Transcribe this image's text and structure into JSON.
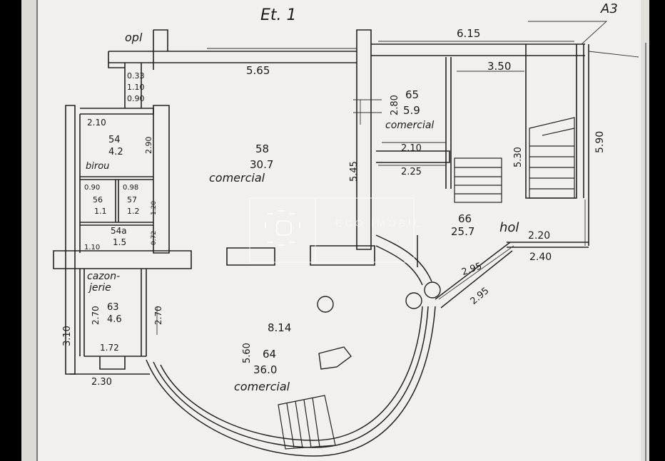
{
  "plan": {
    "title": "Et. 1",
    "corner_mark": "A3",
    "watermark": "ECO IMOBIL",
    "rooms": [
      {
        "id": "58",
        "area": "30.7",
        "name": "comercial"
      },
      {
        "id": "65",
        "area": "5.9",
        "name": "comercial"
      },
      {
        "id": "54",
        "area": "4.2",
        "name": "birou"
      },
      {
        "id": "56",
        "area": "1.1",
        "name": ""
      },
      {
        "id": "57",
        "area": "1.2",
        "name": ""
      },
      {
        "id": "54a",
        "area": "1.5",
        "name": ""
      },
      {
        "id": "63",
        "area": "4.6",
        "name": "cazon-jerie"
      },
      {
        "id": "64",
        "area": "36.0",
        "name": "comercial"
      },
      {
        "id": "66",
        "area": "25.7",
        "name": "hol"
      }
    ],
    "dimensions": [
      "6.15",
      "5.65",
      "3.50",
      "0.33",
      "1.10",
      "0.90",
      "2.10",
      "2.90",
      "2.80",
      "2.10",
      "2.25",
      "5.45",
      "5.30",
      "5.90",
      "0.90",
      "0.98",
      "1.20",
      "0.72",
      "1.10",
      "2.20",
      "2.40",
      "2.95",
      "2.95",
      "2.70",
      "2.70",
      "3.10",
      "1.72",
      "2.30",
      "5.60",
      "8.14"
    ],
    "labels": {
      "opl": "opl",
      "r58_num": "58",
      "r58_area": "30.7",
      "r58_name": "comercial",
      "r65_num": "65",
      "r65_area": "5.9",
      "r65_name": "comercial",
      "r54_num": "54",
      "r54_area": "4.2",
      "r54_name": "birou",
      "r56_num": "56",
      "r56_area": "1.1",
      "r57_num": "57",
      "r57_area": "1.2",
      "r54a_num": "54a",
      "r54a_area": "1.5",
      "r63_name1": "cazon-",
      "r63_name2": "jerie",
      "r63_num": "63",
      "r63_area": "4.6",
      "r64_num": "64",
      "r64_area": "36.0",
      "r64_name": "comercial",
      "r66_num": "66",
      "r66_area": "25.7",
      "r66_name": "hol",
      "d615": "6.15",
      "d565": "5.65",
      "d350": "3.50",
      "d033": "0.33",
      "d110a": "1.10",
      "d090a": "0.90",
      "d210a": "2.10",
      "d290": "2.90",
      "d280": "2.80",
      "d210b": "2.10",
      "d225": "2.25",
      "d545": "5.45",
      "d530": "5.30",
      "d590": "5.90",
      "d090b": "0.90",
      "d098": "0.98",
      "d120": "1.20",
      "d072": "0.72",
      "d110b": "1.10",
      "d220": "2.20",
      "d240": "2.40",
      "d295a": "2.95",
      "d295b": "2.95",
      "d270a": "2.70",
      "d270b": "2.70",
      "d310": "3.10",
      "d172": "1.72",
      "d230": "2.30",
      "d560": "5.60",
      "d814": "8.14"
    }
  },
  "colors": {
    "paper": "#f1f0ec",
    "ink": "#222222",
    "frame": "#000000"
  }
}
